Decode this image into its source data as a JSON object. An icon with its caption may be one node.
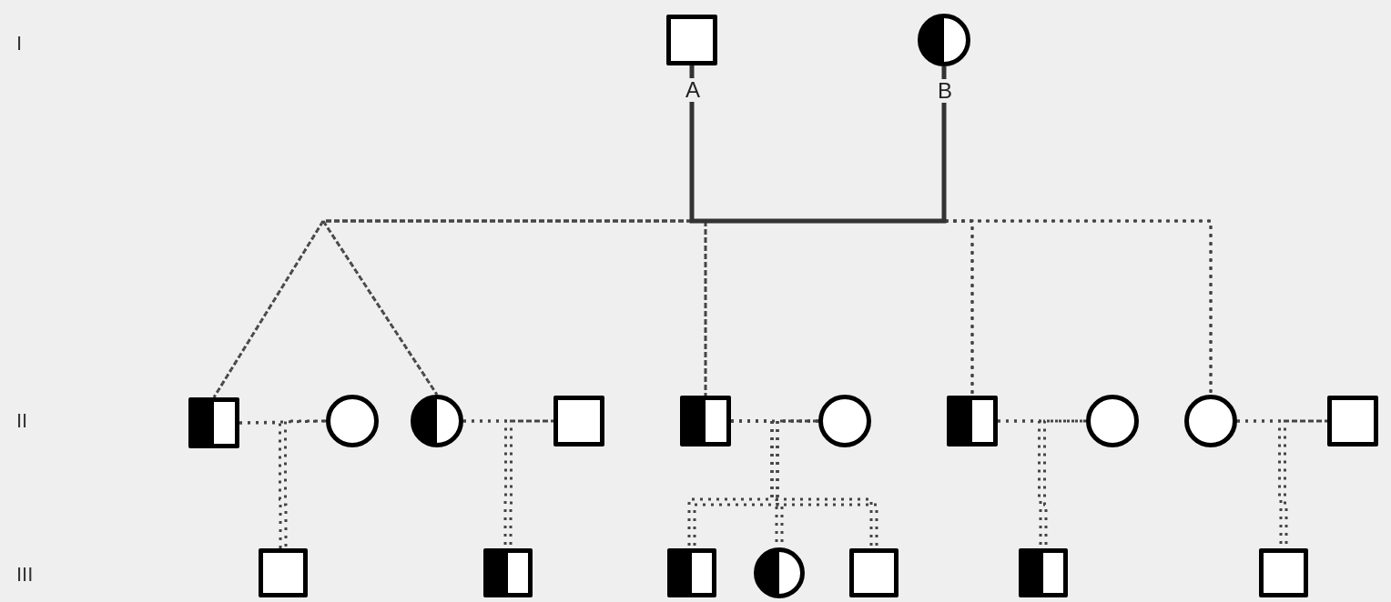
{
  "diagram": {
    "nodes": [
      {
        "text": [],
        "shape": "square",
        "beside": [
          "A"
        ]
      },
      {
        "text": [],
        "shape": "circle",
        "beside": [
          "B"
        ]
      },
      {
        "text": [],
        "shape": "square"
      },
      {
        "text": [],
        "shape": "circle"
      },
      {
        "text": [],
        "shape": "circle"
      },
      {
        "text": [],
        "shape": "square"
      },
      {
        "text": [],
        "shape": "square"
      },
      {
        "text": [],
        "shape": "circle"
      },
      {
        "text": [],
        "shape": "square"
      },
      {
        "text": [],
        "shape": "circle"
      },
      {
        "text": [],
        "shape": "circle"
      },
      {
        "text": [],
        "shape": "square"
      },
      {
        "text": [],
        "shape": "square"
      },
      {
        "text": [],
        "shape": "square"
      },
      {
        "text": [],
        "shape": "square"
      },
      {
        "text": [],
        "shape": "circle"
      },
      {
        "text": [],
        "shape": "square"
      },
      {
        "text": [],
        "shape": "square"
      },
      {
        "text": [],
        "shape": "square"
      }
    ],
    "edges": [
      {
        "from": 0,
        "to": 1,
        "arrow": "none"
      },
      {
        "from": 0,
        "to": 2,
        "arrow": "none",
        "style": "dashed"
      },
      {
        "from": 1,
        "to": 2,
        "arrow": "none",
        "style": "dashed"
      },
      {
        "from": 0,
        "to": 4,
        "arrow": "none",
        "style": "dashed"
      },
      {
        "from": 1,
        "to": 4,
        "arrow": "none",
        "style": "dashed"
      },
      {
        "from": 0,
        "to": 6,
        "arrow": "none",
        "style": "dashed"
      },
      {
        "from": 1,
        "to": 6,
        "arrow": "none",
        "style": "dashed"
      },
      {
        "from": 0,
        "to": 8,
        "arrow": "none",
        "style": "dashed"
      },
      {
        "from": 1,
        "to": 8,
        "arrow": "none",
        "style": "dashed"
      },
      {
        "from": 0,
        "to": 10,
        "arrow": "none",
        "style": "dashed"
      },
      {
        "from": 1,
        "to": 10,
        "arrow": "none",
        "style": "dashed"
      },
      {
        "from": 2,
        "to": 3,
        "arrow": "none",
        "style": "dashed"
      },
      {
        "from": 4,
        "to": 5,
        "arrow": "none",
        "style": "dashed"
      },
      {
        "from": 6,
        "to": 7,
        "arrow": "none",
        "style": "dashed"
      },
      {
        "from": 8,
        "to": 9,
        "arrow": "none",
        "style": "dashed"
      },
      {
        "from": 10,
        "to": 11,
        "arrow": "none",
        "style": "dashed"
      },
      {
        "from": 2,
        "to": 12,
        "arrow": "none",
        "style": "dashed"
      },
      {
        "from": 3,
        "to": 12,
        "arrow": "none",
        "style": "dashed"
      },
      {
        "from": 4,
        "to": 13,
        "arrow": "none",
        "style": "dashed"
      },
      {
        "from": 5,
        "to": 13,
        "arrow": "none",
        "style": "dashed"
      },
      {
        "from": 6,
        "to": 14,
        "arrow": "none",
        "style": "dashed"
      },
      {
        "from": 7,
        "to": 14,
        "arrow": "none",
        "style": "dashed"
      },
      {
        "from": 6,
        "to": 15,
        "arrow": "none",
        "style": "dashed"
      },
      {
        "from": 7,
        "to": 15,
        "arrow": "none",
        "style": "dashed"
      },
      {
        "from": 6,
        "to": 16,
        "arrow": "none",
        "style": "dashed"
      },
      {
        "from": 7,
        "to": 16,
        "arrow": "none",
        "style": "dashed"
      },
      {
        "from": 8,
        "to": 17,
        "arrow": "none",
        "style": "dashed"
      },
      {
        "from": 9,
        "to": 17,
        "arrow": "none",
        "style": "dashed"
      },
      {
        "from": 10,
        "to": 18,
        "arrow": "none",
        "style": "dashed"
      },
      {
        "from": 11,
        "to": 18,
        "arrow": "none",
        "style": "dashed"
      }
    ],
    "labels": [
      "I",
      "II",
      "III"
    ]
  }
}
